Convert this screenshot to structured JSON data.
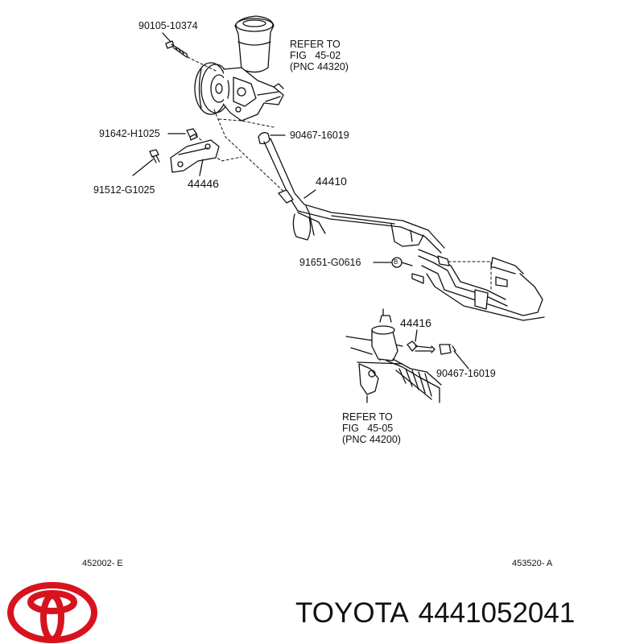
{
  "labels": {
    "bolt_top": "90105-10374",
    "nut_a": "91642-H1025",
    "bolt_b": "91512-G1025",
    "bracket": "44446",
    "clip_upper": "90467-16019",
    "hose_assy": "44410",
    "bolt_c": "91651-G0616",
    "circle_b": "B",
    "union": "44416",
    "clip_lower": "90467-16019"
  },
  "refer_top": {
    "line1": "REFER TO",
    "line2": "FIG   45-02",
    "line3": "(PNC 44320)"
  },
  "refer_bottom": {
    "line1": "REFER TO",
    "line2": "FIG   45-05",
    "line3": "(PNC 44200)"
  },
  "codes": {
    "left": "452002- E",
    "right": "453520- A"
  },
  "brand": {
    "name": "TOYOTA",
    "part_number": "4441052041",
    "logo_color": "#d7141e"
  }
}
